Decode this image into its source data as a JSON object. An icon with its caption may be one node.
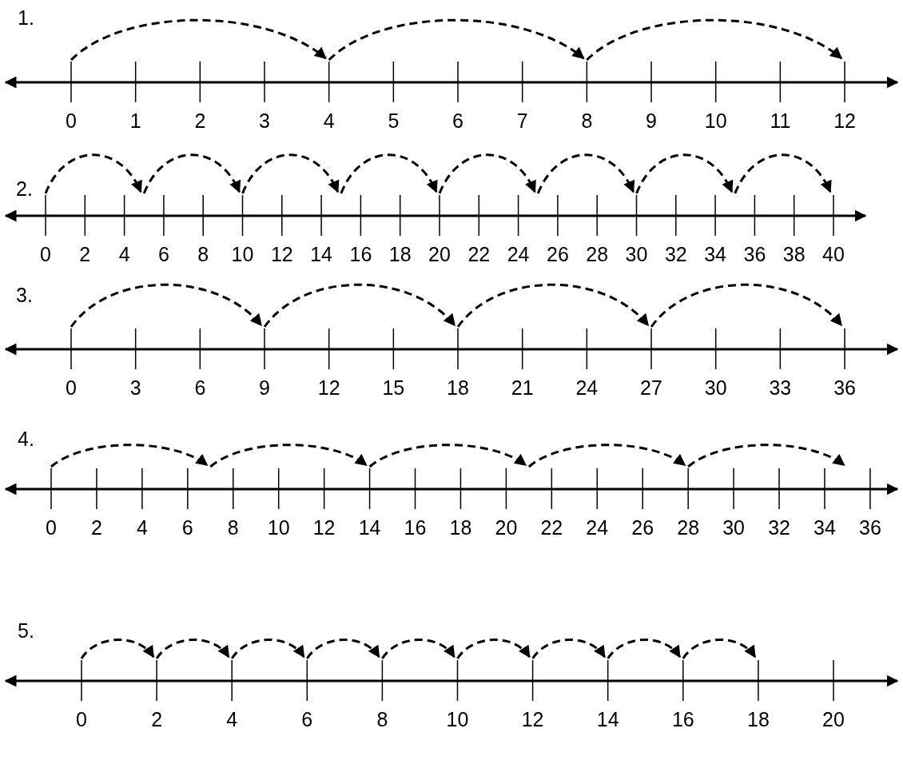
{
  "diagram": {
    "labels": [
      "1.",
      "0",
      "1",
      "2",
      "3",
      "4",
      "5",
      "6",
      "7",
      "8",
      "9",
      "10",
      "11",
      "12",
      "2.",
      "0",
      "2",
      "4",
      "6",
      "8",
      "10",
      "12",
      "14",
      "16",
      "18",
      "20",
      "22",
      "24",
      "26",
      "28",
      "30",
      "32",
      "34",
      "36",
      "38",
      "40",
      "3.",
      "0",
      "3",
      "6",
      "9",
      "12",
      "15",
      "18",
      "21",
      "24",
      "27",
      "30",
      "33",
      "36",
      "4.",
      "0",
      "2",
      "4",
      "6",
      "8",
      "10",
      "12",
      "14",
      "16",
      "18",
      "20",
      "22",
      "24",
      "26",
      "28",
      "30",
      "32",
      "34",
      "36",
      "5.",
      "0",
      "2",
      "4",
      "6",
      "8",
      "10",
      "12",
      "14",
      "16",
      "18",
      "20"
    ]
  }
}
